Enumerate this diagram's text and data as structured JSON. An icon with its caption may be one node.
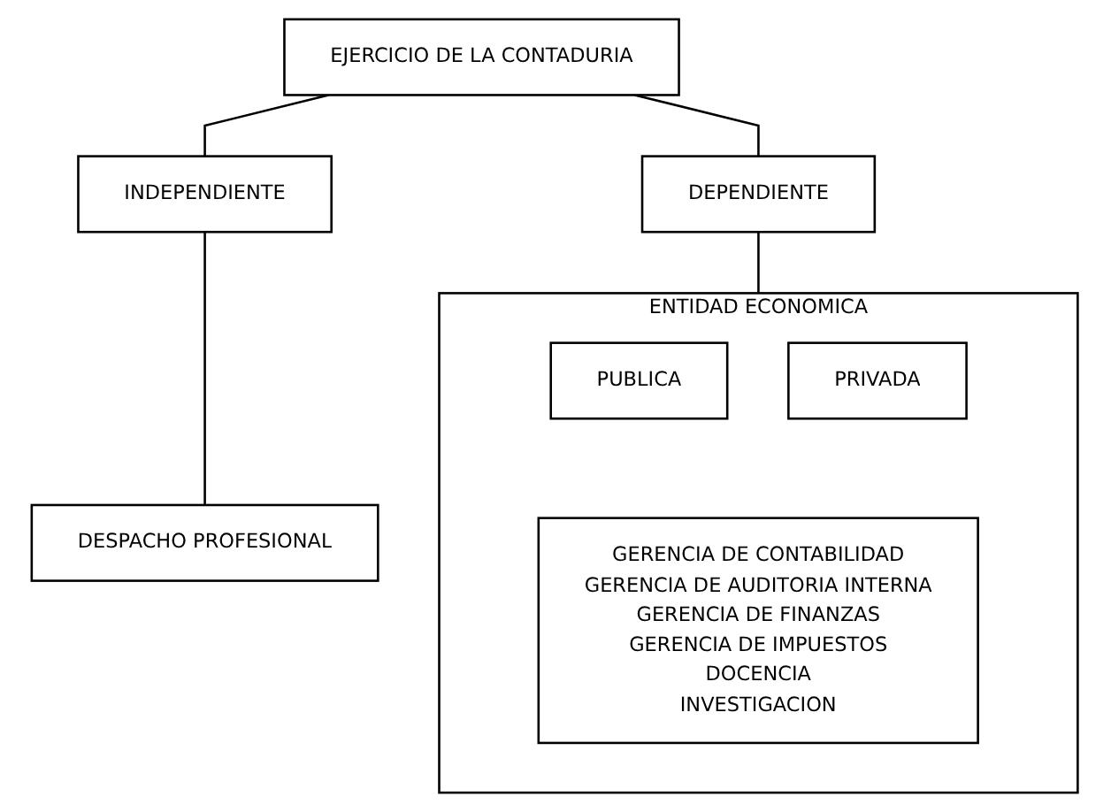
{
  "diagram": {
    "nodes": [
      {
        "text": [
          "EJERCICIO DE LA CONTADURIA"
        ]
      },
      {
        "text": [
          "INDEPENDIENTE"
        ]
      },
      {
        "text": [
          "DEPENDIENTE"
        ]
      },
      {
        "text": [
          "DESPACHO PROFESIONAL"
        ]
      },
      {
        "text": [
          "ENTIDAD ECONOMICA"
        ]
      },
      {
        "text": [
          "PUBLICA"
        ],
        "in": 4
      },
      {
        "text": [
          "PRIVADA"
        ],
        "in": 4
      },
      {
        "text": [
          "GERENCIA DE CONTABILIDAD",
          "GERENCIA DE AUDITORIA INTERNA",
          "GERENCIA DE FINANZAS",
          "GERENCIA DE IMPUESTOS",
          "DOCENCIA",
          "INVESTIGACION"
        ],
        "in": 4
      }
    ],
    "edges": [
      {
        "from": 0,
        "to": 1,
        "arrow": "none"
      },
      {
        "from": 0,
        "to": 2,
        "arrow": "none"
      },
      {
        "from": 1,
        "to": 3,
        "arrow": "none"
      },
      {
        "from": 2,
        "to": 4,
        "arrow": "none"
      }
    ]
  }
}
